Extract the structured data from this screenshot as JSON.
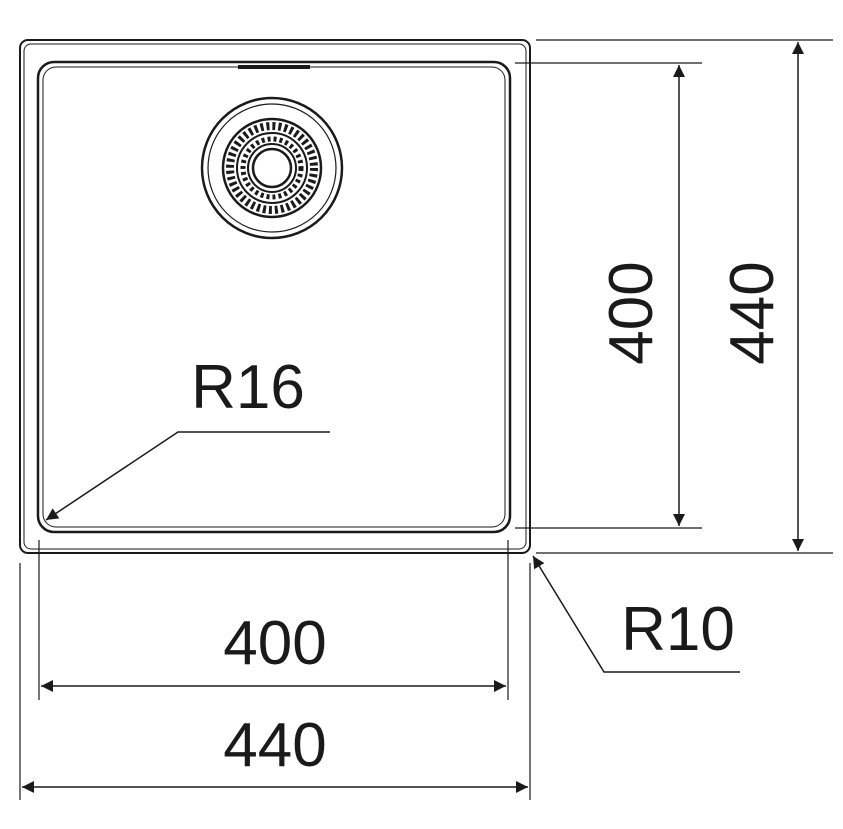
{
  "dimensions": {
    "inner_width": "400",
    "outer_width": "440",
    "inner_height": "400",
    "outer_height": "440",
    "inner_corner_radius": "R16",
    "outer_corner_radius": "R10"
  },
  "colors": {
    "line": "#1a1a1a",
    "background": "#ffffff"
  }
}
